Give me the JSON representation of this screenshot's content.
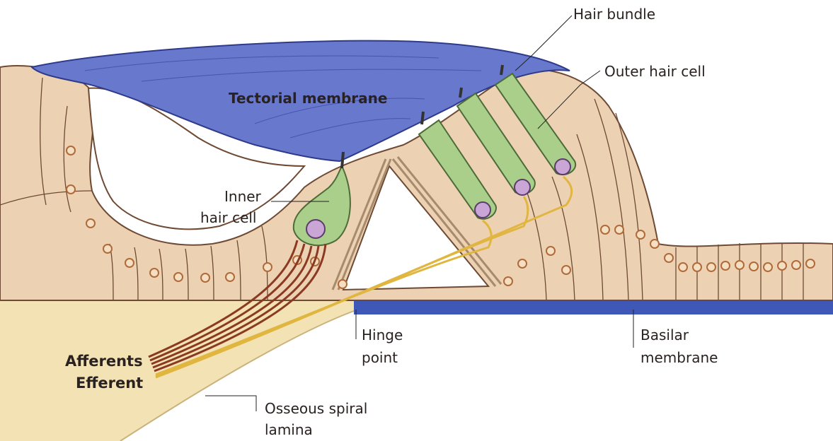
{
  "labels": {
    "tectorial_membrane": "Tectorial membrane",
    "hair_bundle": "Hair bundle",
    "outer_hair_cell": "Outer hair cell",
    "inner_hair_cell_line1": "Inner",
    "inner_hair_cell_line2": "hair cell",
    "hinge_point_line1": "Hinge",
    "hinge_point_line2": "point",
    "basilar_membrane_line1": "Basilar",
    "basilar_membrane_line2": "membrane",
    "afferents": "Afferents",
    "efferent": "Efferent",
    "osseous_line1": "Osseous spiral",
    "osseous_line2": "lamina"
  },
  "colors": {
    "tissue": "#ecd2b3",
    "tissue_outline": "#6e4a34",
    "tectorial": "#6878cc",
    "basilar": "#3f58b8",
    "hair_cell": "#a9cf8a",
    "nucleus": "#c9a6d6",
    "afferent_fibers": "#8a3a22",
    "efferent_fibers": "#e0b640",
    "lamina": "#f3e2b4"
  }
}
